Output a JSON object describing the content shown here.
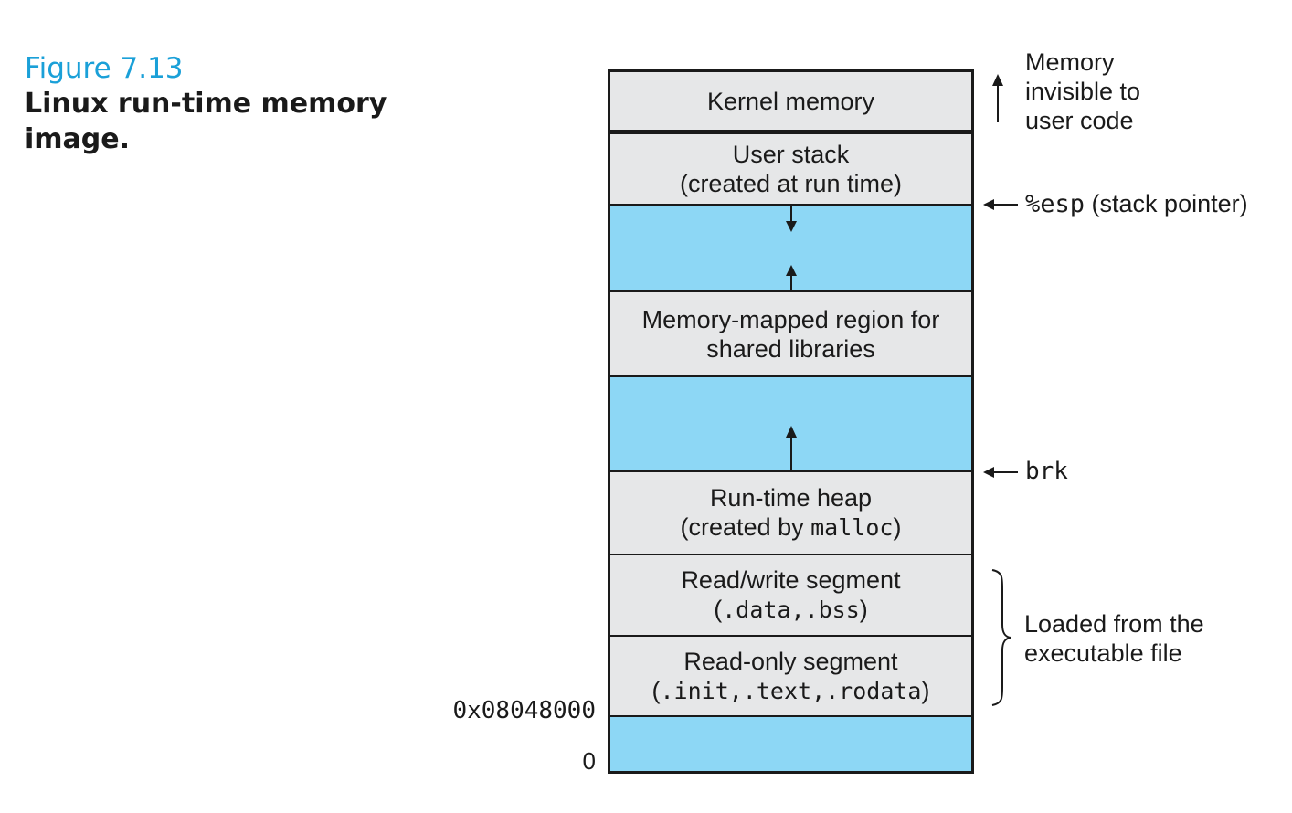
{
  "figure": {
    "number": "Figure 7.13",
    "title": "Linux run-time memory image."
  },
  "segments": {
    "kernel": "Kernel memory",
    "user_stack_line1": "User stack",
    "user_stack_line2": "(created at run time)",
    "mmap_line1": "Memory-mapped region for",
    "mmap_line2": "shared libraries",
    "heap_line1": "Run-time heap",
    "heap_line2_prefix": "(created by ",
    "heap_line2_code": "malloc",
    "heap_line2_suffix": ")",
    "rw_line1": "Read/write segment",
    "rw_line2_open": "(",
    "rw_line2_code": ".data,.bss",
    "rw_line2_close": ")",
    "ro_line1": "Read-only segment",
    "ro_line2_open": "(",
    "ro_line2_code": ".init,.text,.rodata",
    "ro_line2_close": ")"
  },
  "annotations": {
    "kernel_line1": "Memory",
    "kernel_line2": "invisible to",
    "kernel_line3": "user code",
    "esp_code": "%esp",
    "esp_text": "(stack pointer)",
    "brk_code": "brk",
    "loaded_line1": "Loaded from the",
    "loaded_line2": "executable file"
  },
  "addresses": {
    "start": "0x08048000",
    "zero": "0"
  },
  "colors": {
    "accent": "#1aa0d8",
    "segment_fill": "#e6e7e8",
    "free_fill": "#8dd7f5"
  }
}
